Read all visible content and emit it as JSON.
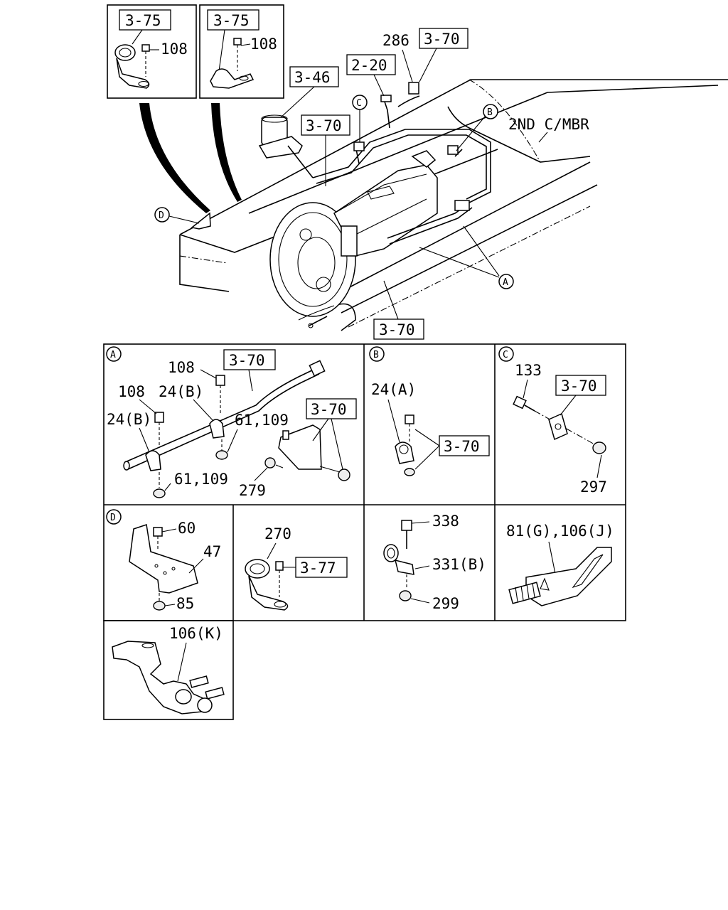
{
  "top_diagram": {
    "inset_left": {
      "ref": "3-75",
      "part": "108"
    },
    "inset_right": {
      "ref": "3-75",
      "part": "108"
    },
    "label_286": "286",
    "ref_3_70_top": "3-70",
    "ref_2_20": "2-20",
    "ref_3_46": "3-46",
    "ref_3_70_mid": "3-70",
    "ref_3_70_bottom": "3-70",
    "member_label": "2ND C/MBR",
    "callout_a": "A",
    "callout_b": "B",
    "callout_c": "C",
    "callout_d": "D"
  },
  "panel_a": {
    "marker": "A",
    "ref_top": "3-70",
    "ref_right": "3-70",
    "labels": [
      "108",
      "108",
      "24(B)",
      "24(B)",
      "61,109",
      "61,109",
      "279"
    ]
  },
  "panel_b": {
    "marker": "B",
    "labels": [
      "24(A)"
    ],
    "ref": "3-70"
  },
  "panel_c": {
    "marker": "C",
    "labels": [
      "133",
      "297"
    ],
    "ref": "3-70"
  },
  "panel_d": {
    "marker": "D",
    "labels": [
      "60",
      "47",
      "85"
    ]
  },
  "panel_270": {
    "labels": [
      "270"
    ],
    "ref": "3-77"
  },
  "panel_338": {
    "labels": [
      "338",
      "331(B)",
      "299"
    ]
  },
  "panel_81": {
    "labels": [
      "81(G),106(J)"
    ]
  },
  "panel_106k": {
    "labels": [
      "106(K)"
    ]
  }
}
